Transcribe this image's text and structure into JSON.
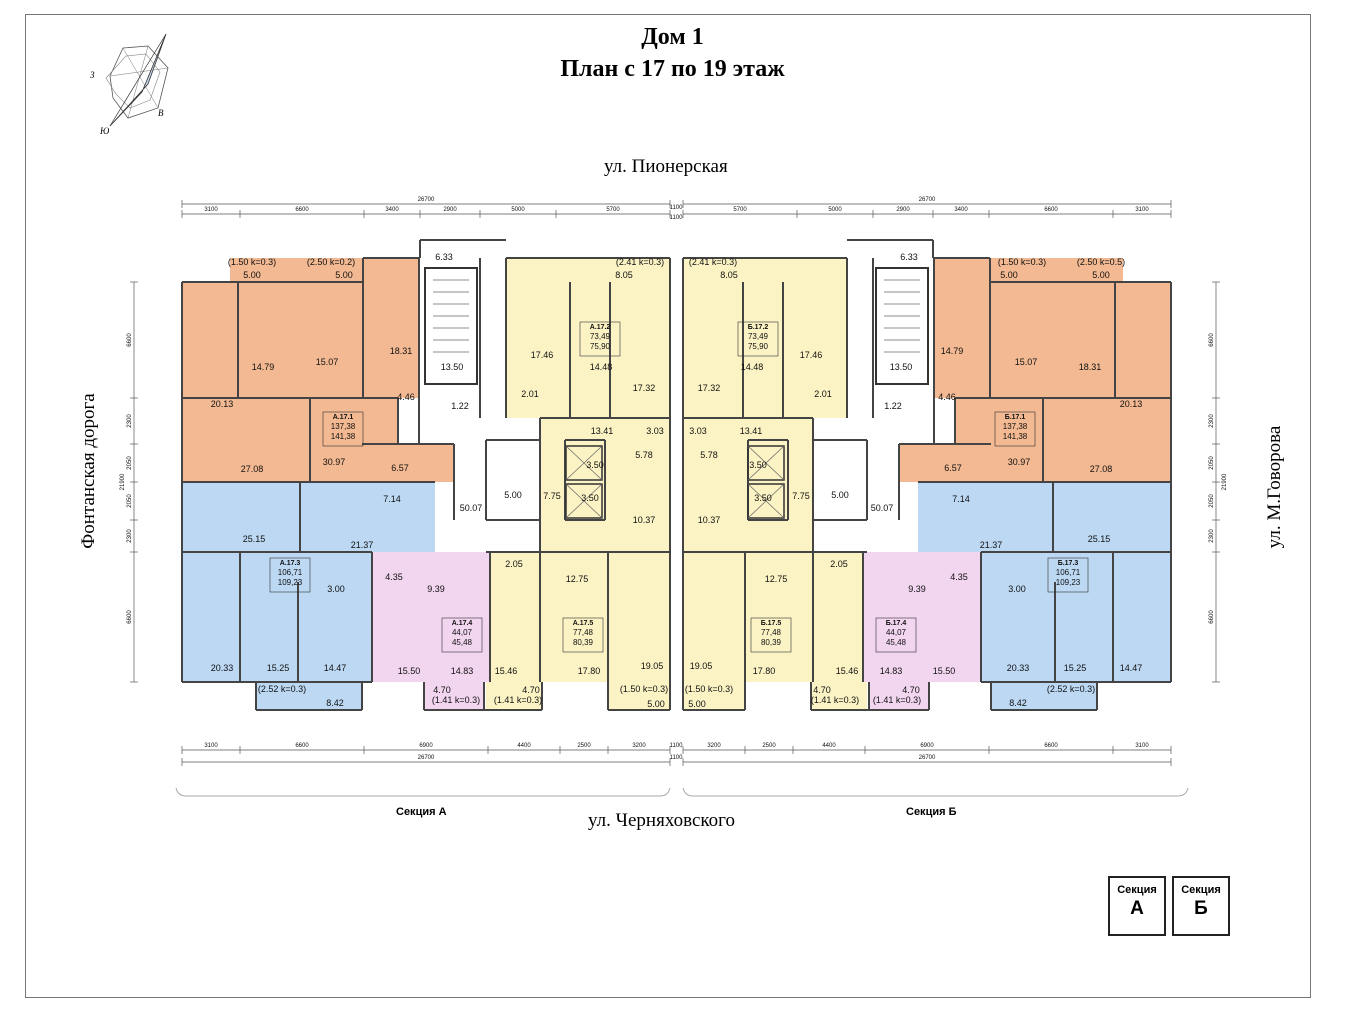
{
  "header": {
    "title": "Дом 1",
    "subtitle": "План с 17 по 19 этаж"
  },
  "streets": {
    "top": "ул. Пионерская",
    "bottom": "ул. Черняховского",
    "left": "Фонтанская дорога",
    "right": "ул. М.Говорова"
  },
  "compass": {
    "west": "З",
    "east": "В",
    "south": "Ю"
  },
  "sections": {
    "a": "Секция А",
    "b": "Секция Б"
  },
  "legend": {
    "caption": "Секция",
    "a": "А",
    "b": "Б"
  },
  "colors": {
    "orange": "#f3b992",
    "blue": "#bcd8f3",
    "yellow": "#fbf3c4",
    "pink": "#f2d5ef",
    "white": "#ffffff"
  },
  "dimensions": {
    "top_total_left": "26700",
    "top_total_right": "26700",
    "top_gap": "1100",
    "top_left": [
      "3100",
      "6600",
      "3400",
      "2900",
      "5000",
      "5700"
    ],
    "top_right": [
      "5700",
      "5000",
      "2900",
      "3400",
      "6600",
      "3100"
    ],
    "bottom_left": [
      "3100",
      "6600",
      "6900",
      "4400",
      "2500",
      "3200"
    ],
    "bottom_right": [
      "3200",
      "2500",
      "4400",
      "6900",
      "6600",
      "3100"
    ],
    "bottom_total_left": "26700",
    "bottom_total_right": "26700",
    "bottom_gap": "1100",
    "side_total": "21900",
    "side": [
      "6600",
      "2300",
      "2050",
      "2050",
      "2300",
      "6600"
    ]
  },
  "apartments": [
    {
      "code": "А.17.1",
      "area1": "137,38",
      "area2": "141,38"
    },
    {
      "code": "А.17.2",
      "area1": "73,49",
      "area2": "75,90"
    },
    {
      "code": "А.17.3",
      "area1": "106,71",
      "area2": "109,23"
    },
    {
      "code": "А.17.4",
      "area1": "44,07",
      "area2": "45,48"
    },
    {
      "code": "А.17.5",
      "area1": "77,48",
      "area2": "80,39"
    },
    {
      "code": "Б.17.1",
      "area1": "137,38",
      "area2": "141,38"
    },
    {
      "code": "Б.17.2",
      "area1": "73,49",
      "area2": "75,90"
    },
    {
      "code": "Б.17.3",
      "area1": "106,71",
      "area2": "109,23"
    },
    {
      "code": "Б.17.4",
      "area1": "44,07",
      "area2": "45,48"
    },
    {
      "code": "Б.17.5",
      "area1": "77,48",
      "area2": "80,39"
    }
  ],
  "rooms_left": [
    "(1.50 k=0.3)",
    "(2.50 k=0.2)",
    "5.00",
    "5.00",
    "6.33",
    "14.79",
    "15.07",
    "18.31",
    "13.50",
    "20.13",
    "4.46",
    "1.22",
    "27.08",
    "30.97",
    "6.57",
    "7.14",
    "50.07",
    "25.15",
    "21.37",
    "4.35",
    "3.00",
    "20.33",
    "15.25",
    "14.47",
    "(2.52 k=0.3)",
    "8.42",
    "(2.41 k=0.3)",
    "8.05",
    "17.46",
    "14.48",
    "2.01",
    "17.32",
    "13.41",
    "3.03",
    "5.78",
    "3.50",
    "5.00",
    "7.75",
    "3.50",
    "10.37",
    "2.05",
    "12.75",
    "9.39",
    "15.50",
    "14.83",
    "15.46",
    "17.80",
    "19.05",
    "4.70",
    "(1.41 k=0.3)",
    "4.70",
    "(1.41 k=0.3)",
    "(1.50 k=0.3)",
    "5.00"
  ],
  "rooms_right": [
    "(2.50 k=0.5)",
    "(1.50 k=0.3)",
    "5.00",
    "5.00",
    "6.33",
    "18.31",
    "15.07",
    "14.79",
    "13.50",
    "20.13",
    "4.46",
    "1.22",
    "27.08",
    "30.97",
    "6.57",
    "7.14",
    "50.07",
    "25.15",
    "21.37",
    "4.35",
    "3.00",
    "14.47",
    "15.25",
    "20.33",
    "(2.52 k=0.3)",
    "8.42",
    "(2.41 k=0.3)",
    "8.05",
    "17.46",
    "14.48",
    "2.01",
    "17.32",
    "13.41",
    "3.03",
    "5.78",
    "3.50",
    "5.00",
    "7.75",
    "3.50",
    "10.37",
    "2.05",
    "12.75",
    "9.39",
    "15.50",
    "14.83",
    "15.46",
    "17.80",
    "19.05",
    "4.70",
    "(1.41 k=0.3)",
    "4.70",
    "(1.41 k=0.3)",
    "(1.50 k=0.3)",
    "5.00"
  ]
}
